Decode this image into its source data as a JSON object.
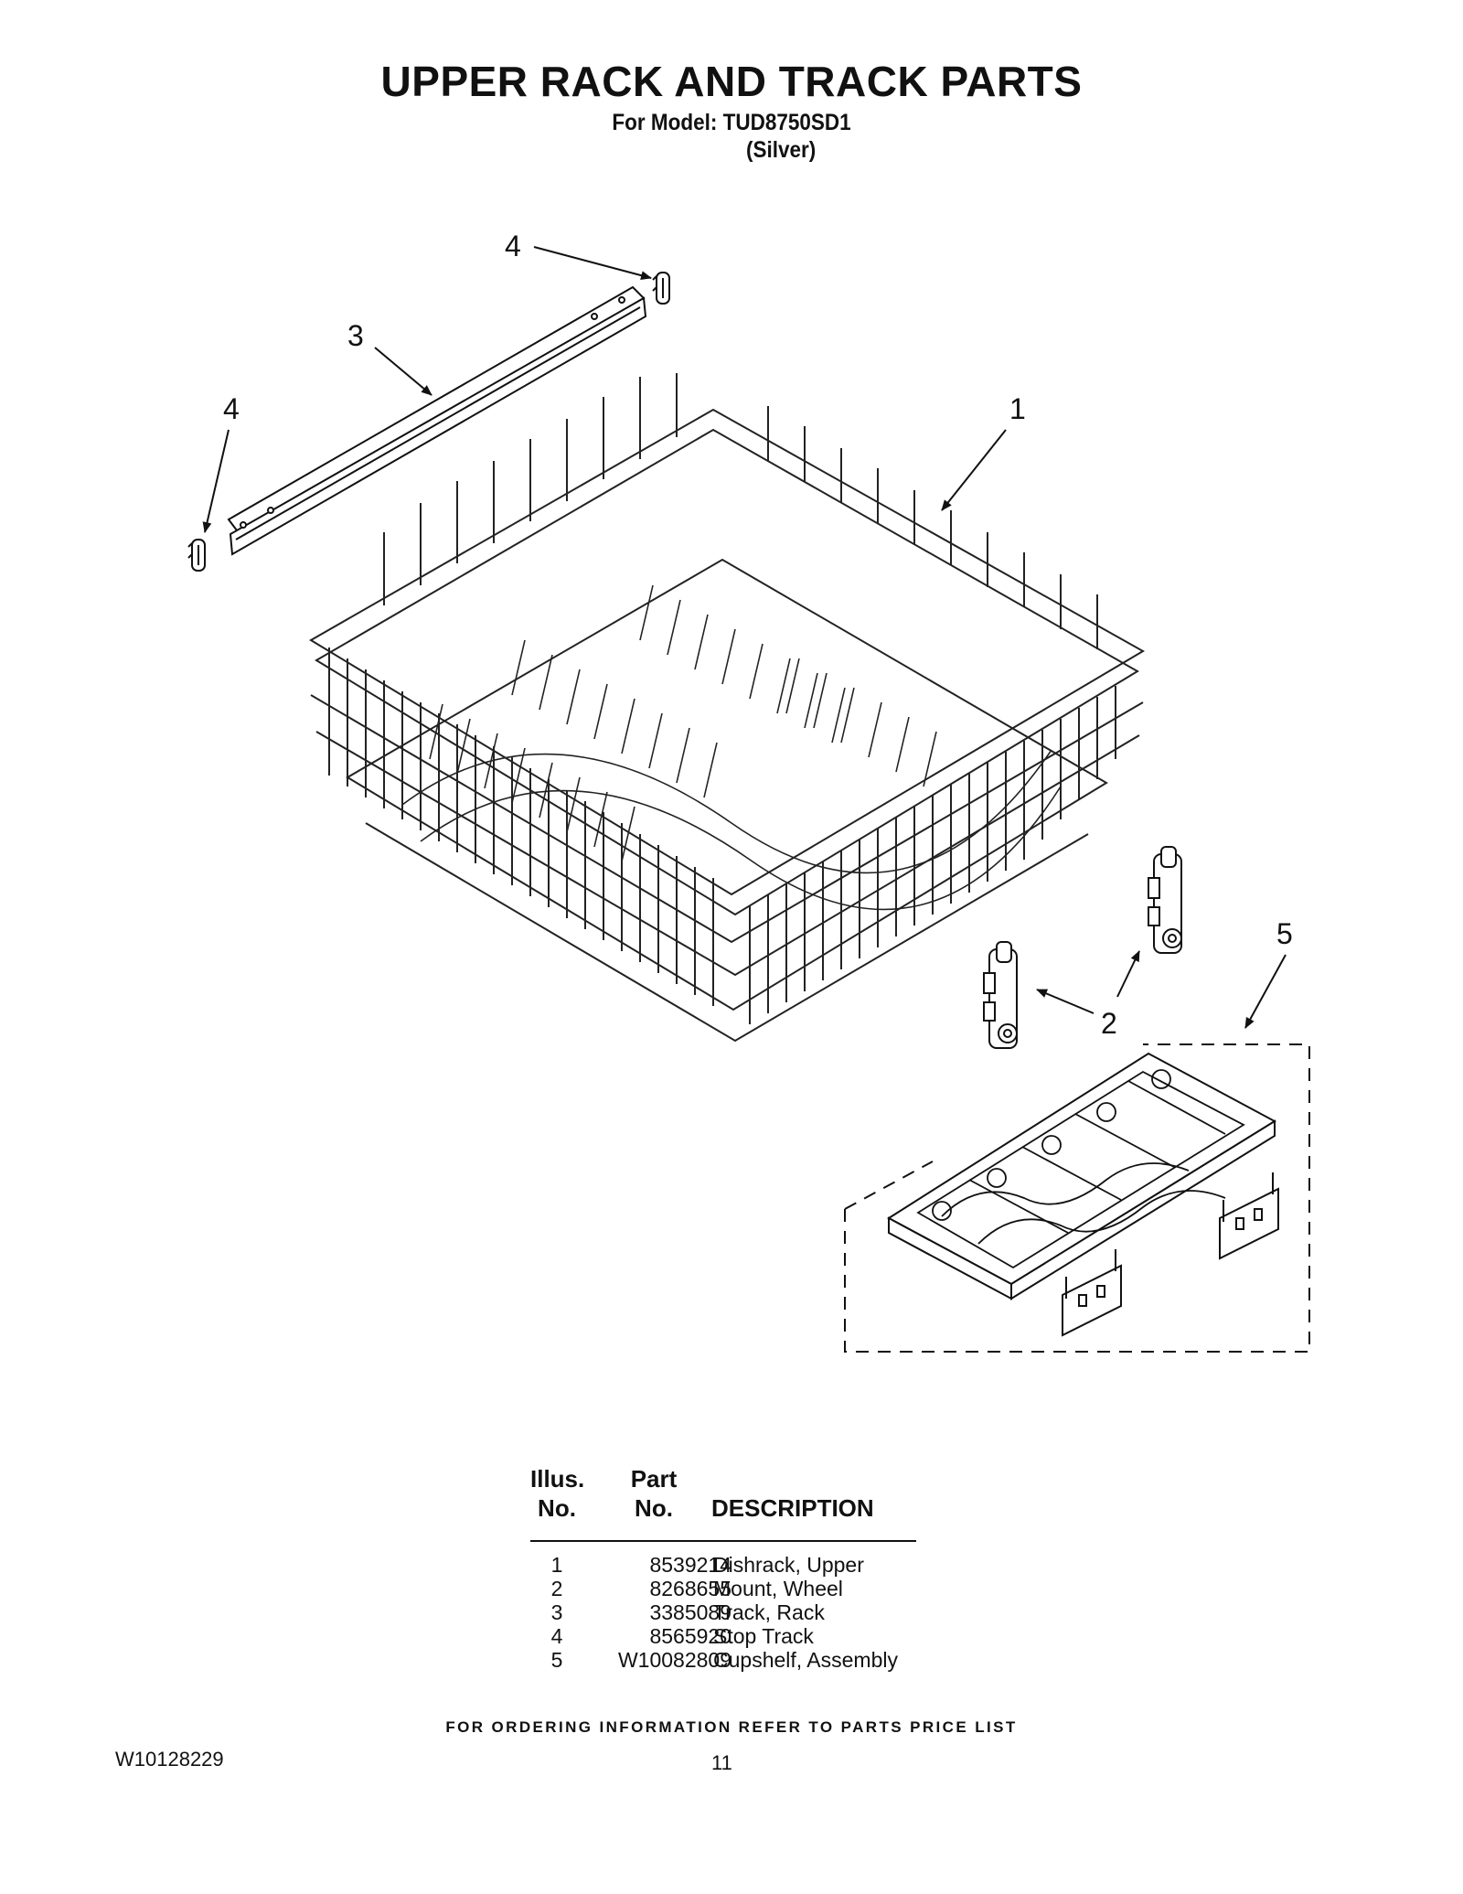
{
  "header": {
    "title": "UPPER RACK AND TRACK PARTS",
    "model_line": "For Model: TUD8750SD1",
    "variant": "(Silver)"
  },
  "diagram": {
    "callouts": [
      "1",
      "2",
      "3",
      "4",
      "4",
      "5"
    ]
  },
  "parts_table": {
    "col_illus_line1": "Illus.",
    "col_illus_line2": "No.",
    "col_part_line1": "Part",
    "col_part_line2": "No.",
    "col_desc": "DESCRIPTION",
    "rows": [
      {
        "no": "1",
        "part": "8539214",
        "desc": "Dishrack, Upper"
      },
      {
        "no": "2",
        "part": "8268655",
        "desc": "Mount, Wheel"
      },
      {
        "no": "3",
        "part": "3385089",
        "desc": "Track, Rack"
      },
      {
        "no": "4",
        "part": "8565920",
        "desc": "Stop Track"
      },
      {
        "no": "5",
        "part": "W10082809",
        "desc": "Cupshelf, Assembly"
      }
    ]
  },
  "footer": {
    "ordering_note": "FOR ORDERING INFORMATION REFER TO PARTS PRICE LIST",
    "doc_number": "W10128229",
    "page_number": "11"
  }
}
